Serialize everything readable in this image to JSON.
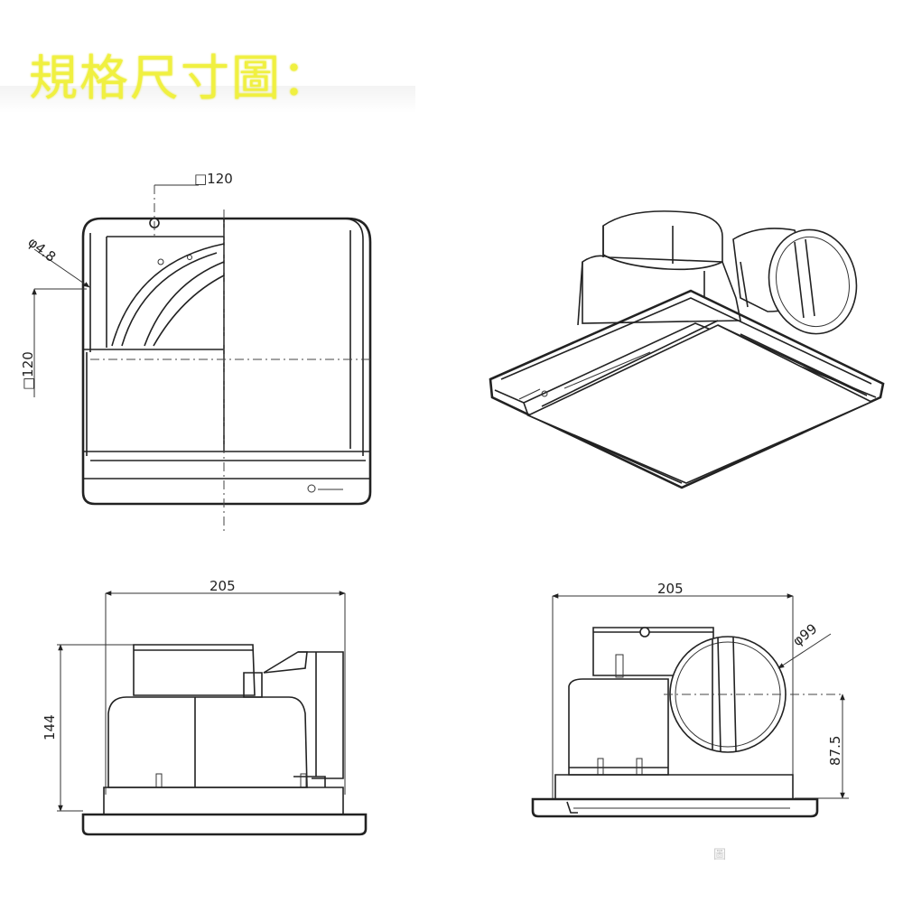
{
  "title": "規格尺寸圖：",
  "views": {
    "top_view": {
      "label_square_top": "□120",
      "label_hole": "φ4.8",
      "label_square_side": "□120"
    },
    "front_view": {
      "width": "205",
      "height": "144"
    },
    "side_view": {
      "width": "205",
      "duct_diameter": "φ99",
      "duct_center_height": "87.5",
      "faint_caption": "圖"
    }
  }
}
